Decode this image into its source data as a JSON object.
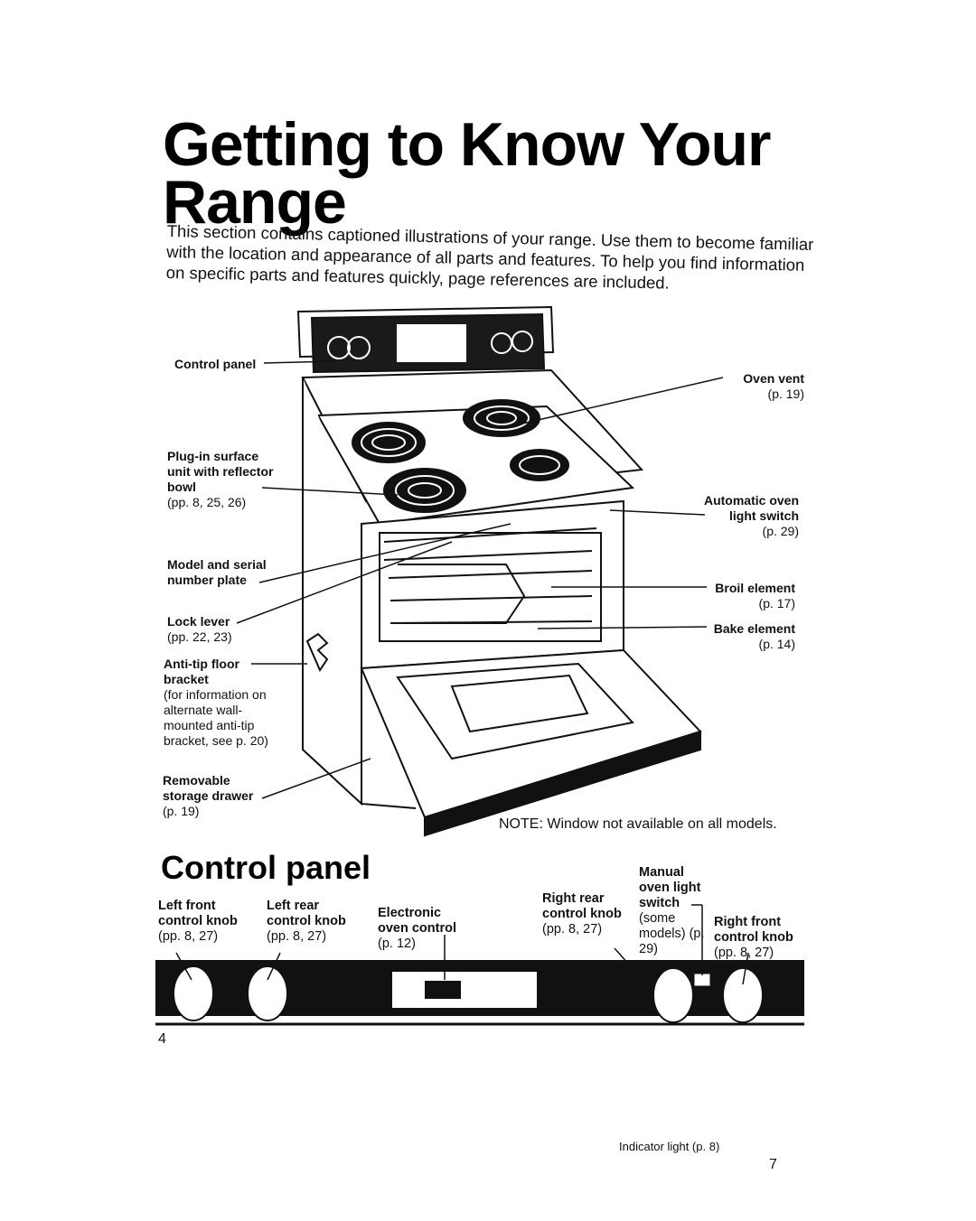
{
  "page": {
    "title_line1": "Getting to Know Your",
    "title_line2": "Range",
    "intro": "This section contains captioned illustrations of your range. Use them to become familiar with the location and appearance of all parts and features. To help you find information on specific parts and features quickly, page references are included."
  },
  "left_callouts": [
    {
      "label": "Control panel",
      "ref": ""
    },
    {
      "label": "Plug-in surface unit with reflector bowl",
      "ref": "(pp. 8, 25, 26)"
    },
    {
      "label": "Model and serial number plate",
      "ref": ""
    },
    {
      "label": "Lock lever",
      "ref": "(pp. 22, 23)"
    },
    {
      "label": "Anti-tip floor bracket",
      "ref": "(for information on alternate wall-mounted anti-tip bracket, see p. 20)"
    },
    {
      "label": "Removable storage drawer",
      "ref": "(p. 19)"
    }
  ],
  "right_callouts": [
    {
      "label": "Oven vent",
      "ref": "(p. 19)"
    },
    {
      "label": "Automatic oven light switch",
      "ref": "(p. 29)"
    },
    {
      "label": "Broil element",
      "ref": "(p. 17)"
    },
    {
      "label": "Bake element",
      "ref": "(p. 14)"
    }
  ],
  "note": "NOTE: Window not available on all models.",
  "control_panel": {
    "heading": "Control panel",
    "labels": [
      {
        "label": "Left front control knob",
        "ref": "(pp. 8, 27)"
      },
      {
        "label": "Left rear control knob",
        "ref": "(pp. 8, 27)"
      },
      {
        "label": "Electronic oven control",
        "ref": "(p. 12)"
      },
      {
        "label": "Right rear control knob",
        "ref": "(pp. 8, 27)"
      },
      {
        "label": "Manual oven light switch",
        "ref": "(some models) (p. 29)"
      },
      {
        "label": "Right front control knob",
        "ref": "(pp. 8, 27)"
      }
    ]
  },
  "footer": {
    "page_left": "4",
    "indicator": "Indicator light (p. 8)",
    "page_right": "7"
  }
}
